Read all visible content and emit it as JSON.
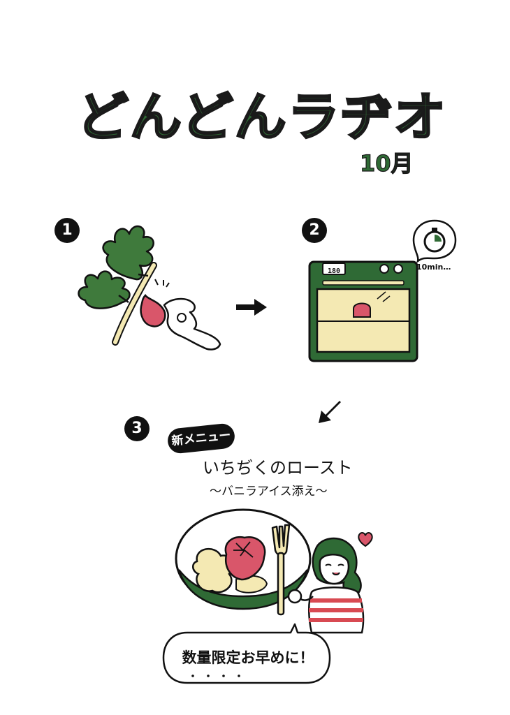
{
  "header": {
    "title": "どんどんラヂオ",
    "month": "10月"
  },
  "steps": [
    {
      "number": "1"
    },
    {
      "number": "2"
    },
    {
      "number": "3"
    }
  ],
  "oven": {
    "temperature": "180",
    "timer_label": "10min…"
  },
  "menu": {
    "badge": "新メニュー",
    "name": "いちぢくのロースト",
    "subtitle": "〜バニラアイス添え〜"
  },
  "speech": {
    "text": "数量限定お早めに！"
  },
  "colors": {
    "green": "#2f6a35",
    "leaf_green": "#3f7a3c",
    "cream": "#f4e9b3",
    "fig": "#d9566a",
    "outline": "#111111",
    "stripe_red": "#d84a52"
  },
  "icons": [
    "fig-leaf-icon",
    "arrow-right-icon",
    "arrow-down-left-icon",
    "timer-icon",
    "heart-icon",
    "fork-icon"
  ]
}
